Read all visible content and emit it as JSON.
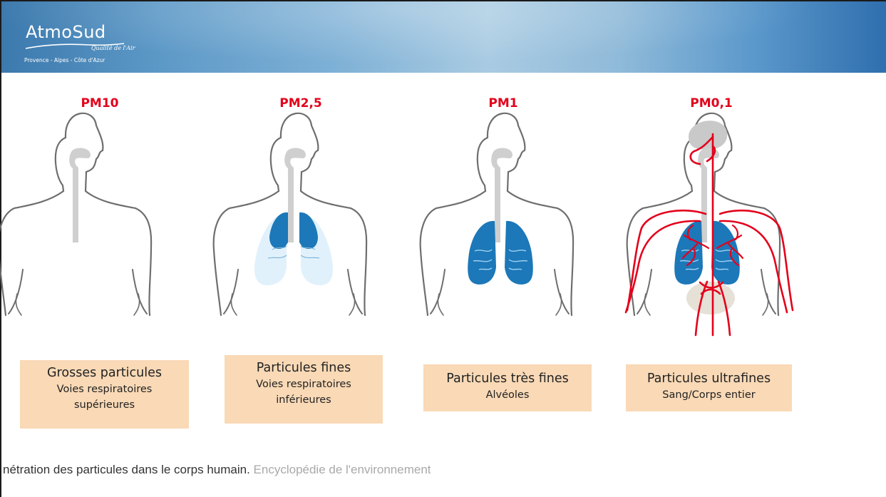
{
  "header": {
    "logo_name": "AtmoSud",
    "logo_tagline": "Qualité de l'Air",
    "logo_region": "Provence - Alpes - Côte d'Azur",
    "colors": {
      "banner_dark": "#2f6fae",
      "banner_light": "#a9cbe2"
    }
  },
  "figures": [
    {
      "pm": "PM10",
      "title": "Grosses particules",
      "line1": "Voies respiratoires",
      "line2": "supérieures"
    },
    {
      "pm": "PM2,5",
      "title": "Particules fines",
      "line1": "Voies respiratoires",
      "line2": "inférieures"
    },
    {
      "pm": "PM1",
      "title": "Particules très fines",
      "line1": "Alvéoles",
      "line2": ""
    },
    {
      "pm": "PM0,1",
      "title": "Particules ultrafines",
      "line1": "Sang/Corps entier",
      "line2": ""
    }
  ],
  "caption": {
    "main": "nétration des particules dans le corps humain.",
    "source": "Encyclopédie de l'environnement"
  },
  "colors": {
    "pm_label": "#e3001b",
    "box_fill": "#f9d9b6",
    "lung_blue": "#1c78b8",
    "blood_red": "#e3001b"
  }
}
